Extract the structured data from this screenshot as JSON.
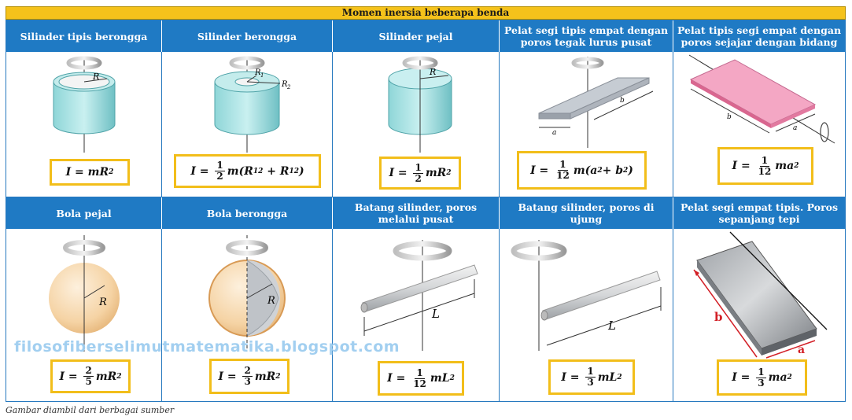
{
  "title": "Momen inersia beberapa benda",
  "caption": "Gambar diambil dari berbagai sumber",
  "watermark": "filosofiberselimutmatematika.blogspot.com",
  "accent_colors": {
    "header_blue": "#1f7ac4",
    "highlight_yellow": "#f2be1a",
    "plate_pink": "#f4a7c4"
  },
  "row1": [
    {
      "label": "Silinder tipis berongga",
      "formula_lhs": "I",
      "formula_rhs": "mR",
      "exp": "2",
      "labels": [
        "R"
      ]
    },
    {
      "label": "Silinder berongga",
      "formula_lhs": "I",
      "num": "1",
      "den": "2",
      "formula_rhs": "m(R",
      "sub1": "1",
      "exp1": "2",
      "plus": "+ R",
      "sub2": "1",
      "exp2": "2",
      "close": ")",
      "labels": [
        "R1",
        "R2"
      ]
    },
    {
      "label": "Silinder pejal",
      "formula_lhs": "I",
      "num": "1",
      "den": "2",
      "formula_rhs": "mR",
      "exp": "2",
      "labels": [
        "R"
      ]
    },
    {
      "label": "Pelat segi tipis empat dengan poros tegak lurus pusat",
      "formula_lhs": "I",
      "num": "1",
      "den": "12",
      "formula_rhs": "m(a",
      "exp1": "2",
      "plus": " + b",
      "exp2": "2",
      "close": ")",
      "labels": [
        "a",
        "b"
      ]
    },
    {
      "label": "Pelat tipis segi empat dengan poros sejajar dengan bidang",
      "formula_lhs": "I",
      "num": "1",
      "den": "12",
      "formula_rhs": "ma",
      "exp": "2",
      "labels": [
        "a",
        "b"
      ]
    }
  ],
  "row2": [
    {
      "label": "Bola pejal",
      "formula_lhs": "I",
      "num": "2",
      "den": "5",
      "formula_rhs": "mR",
      "exp": "2",
      "labels": [
        "R"
      ]
    },
    {
      "label": "Bola berongga",
      "formula_lhs": "I",
      "num": "2",
      "den": "3",
      "formula_rhs": "mR",
      "exp": "2",
      "labels": [
        "R"
      ]
    },
    {
      "label": "Batang silinder, poros melalui pusat",
      "formula_lhs": "I",
      "num": "1",
      "den": "12",
      "formula_rhs": "mL",
      "exp": "2",
      "labels": [
        "L"
      ]
    },
    {
      "label": "Batang silinder, poros di ujung",
      "formula_lhs": "I",
      "num": "1",
      "den": "3",
      "formula_rhs": "mL",
      "exp": "2",
      "labels": [
        "L"
      ]
    },
    {
      "label": "Pelat segi empat tipis. Poros sepanjang tepi",
      "formula_lhs": "I",
      "num": "1",
      "den": "3",
      "formula_rhs": "ma",
      "exp": "2",
      "labels": [
        "a",
        "b"
      ]
    }
  ]
}
